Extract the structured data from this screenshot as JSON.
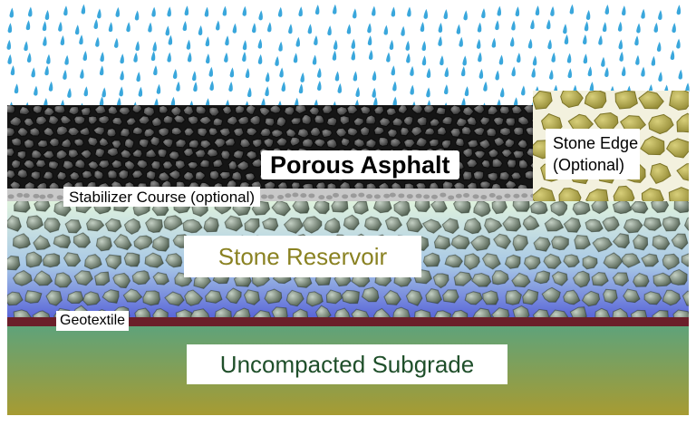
{
  "labels": {
    "porous_asphalt": "Porous Asphalt",
    "stabilizer_course": "Stabilizer Course (optional)",
    "stone_edge_line1": "Stone Edge",
    "stone_edge_line2": "(Optional)",
    "stone_reservoir": "Stone Reservoir",
    "geotextile": "Geotextile",
    "subgrade": "Uncompacted Subgrade"
  },
  "icons": {
    "rain": "rain-drops-icon"
  },
  "colors": {
    "rain": "#3aa7dc",
    "asphalt_bg": "#151515",
    "asphalt_stone": "#4a4a4a",
    "stabilizer": "#c8c8c8",
    "stone_edge": "#b3a743",
    "reservoir_top": "#dff2dd",
    "reservoir_bottom": "#5a66d8",
    "reservoir_stone": "#6a7a6a",
    "geotextile": "#6b1f2a",
    "subgrade_top": "#5fa37a",
    "subgrade_bottom": "#a79b32",
    "reservoir_label_text": "#8a8222",
    "subgrade_label_text": "#1f4f2a"
  }
}
